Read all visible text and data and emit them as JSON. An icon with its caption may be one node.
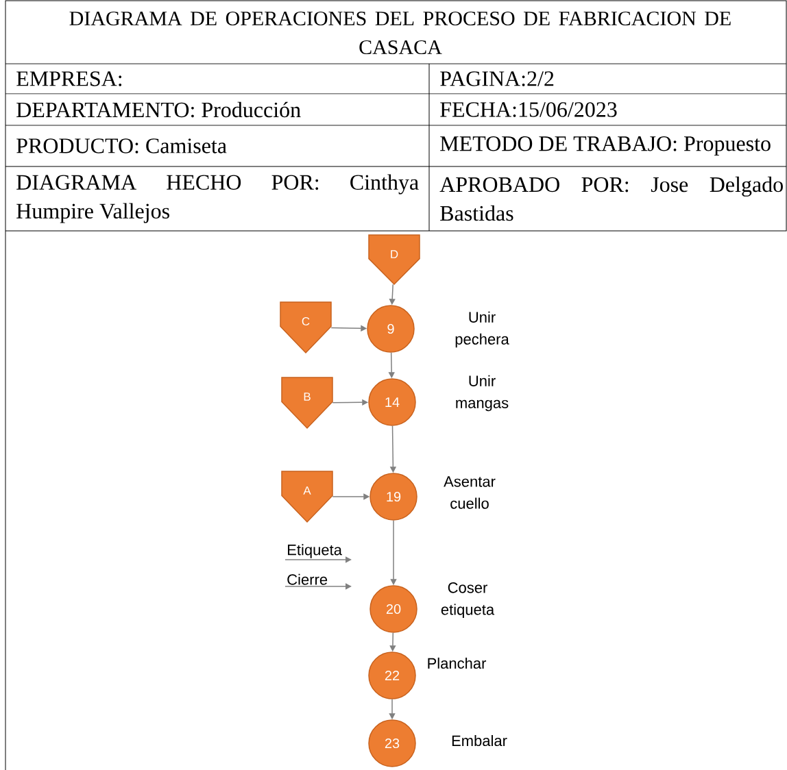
{
  "diagram": {
    "title": "DIAGRAMA DE OPERACIONES DEL PROCESO DE FABRICACION DE CASACA",
    "nodes": [
      {
        "text": [
          "D"
        ]
      },
      {
        "text": [
          "C"
        ]
      },
      {
        "text": [
          "9"
        ],
        "beside": [
          "Unir pechera"
        ]
      },
      {
        "text": [
          "B"
        ]
      },
      {
        "text": [
          "14"
        ],
        "beside": [
          "Unir mangas"
        ]
      },
      {
        "text": [
          "A"
        ]
      },
      {
        "text": [
          "19"
        ],
        "beside": [
          "Asentar cuello"
        ]
      },
      {
        "text": [
          "Etiqueta"
        ]
      },
      {
        "text": [
          "Cierre"
        ]
      },
      {
        "text": [
          "20"
        ],
        "beside": [
          "Coser etiqueta"
        ]
      },
      {
        "text": [
          "22"
        ],
        "beside": [
          "Planchar"
        ]
      },
      {
        "text": [
          "23"
        ],
        "beside": [
          "Embalar"
        ]
      }
    ],
    "edges": [
      {
        "from": 0,
        "to": 2,
        "arrow": "to"
      },
      {
        "from": 1,
        "to": 2,
        "arrow": "to"
      },
      {
        "from": 2,
        "to": 4,
        "arrow": "to"
      },
      {
        "from": 3,
        "to": 4,
        "arrow": "to"
      },
      {
        "from": 4,
        "to": 6,
        "arrow": "to"
      },
      {
        "from": 5,
        "to": 6,
        "arrow": "to"
      },
      {
        "from": 6,
        "to": 9,
        "arrow": "to"
      },
      {
        "from": 7,
        "to": null,
        "arrow": "to"
      },
      {
        "from": 8,
        "to": null,
        "arrow": "to"
      },
      {
        "from": 9,
        "to": 10,
        "arrow": "to"
      },
      {
        "from": 10,
        "to": 11,
        "arrow": "to"
      }
    ],
    "labels": [
      "EMPRESA:",
      "PAGINA:2/2",
      "DEPARTAMENTO: Producción",
      "FECHA:15/06/2023",
      "PRODUCTO: Camiseta",
      "METODO DE TRABAJO: Propuesto",
      "DIAGRAMA HECHO POR: Cinthya Humpire Vallejos",
      "APROBADO POR: Jose Delgado Bastidas"
    ]
  }
}
